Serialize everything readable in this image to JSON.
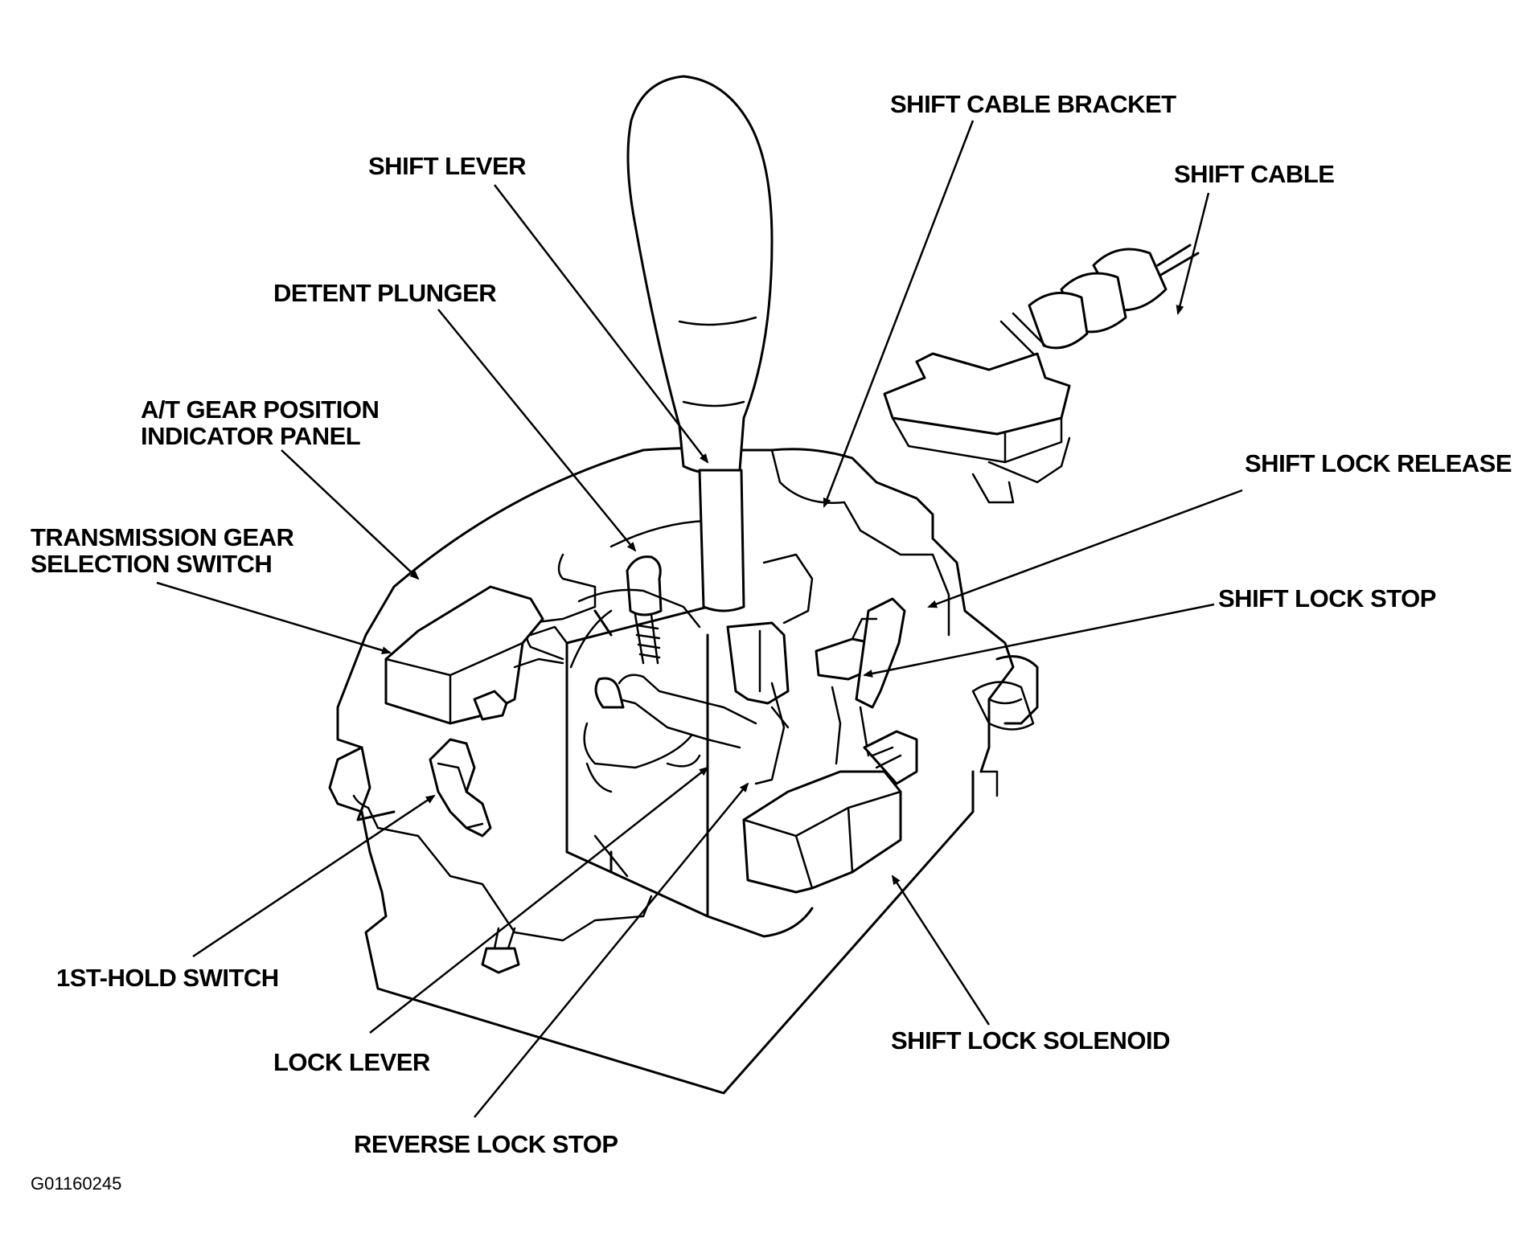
{
  "labels": {
    "shift_cable_bracket": "SHIFT CABLE BRACKET",
    "shift_lever": "SHIFT LEVER",
    "shift_cable": "SHIFT CABLE",
    "detent_plunger": "DETENT PLUNGER",
    "at_gear_position_indicator_panel": [
      "A/T GEAR POSITION",
      "INDICATOR PANEL"
    ],
    "shift_lock_release": "SHIFT LOCK RELEASE",
    "transmission_gear_selection_switch": [
      "TRANSMISSION GEAR",
      "SELECTION SWITCH"
    ],
    "shift_lock_stop": "SHIFT LOCK STOP",
    "first_hold_switch": "1ST-HOLD SWITCH",
    "shift_lock_solenoid": "SHIFT LOCK SOLENOID",
    "lock_lever": "LOCK LEVER",
    "reverse_lock_stop": "REVERSE LOCK STOP"
  },
  "figure_code": "G01160245",
  "colors": {
    "ink": "#000000",
    "paper": "#ffffff"
  }
}
